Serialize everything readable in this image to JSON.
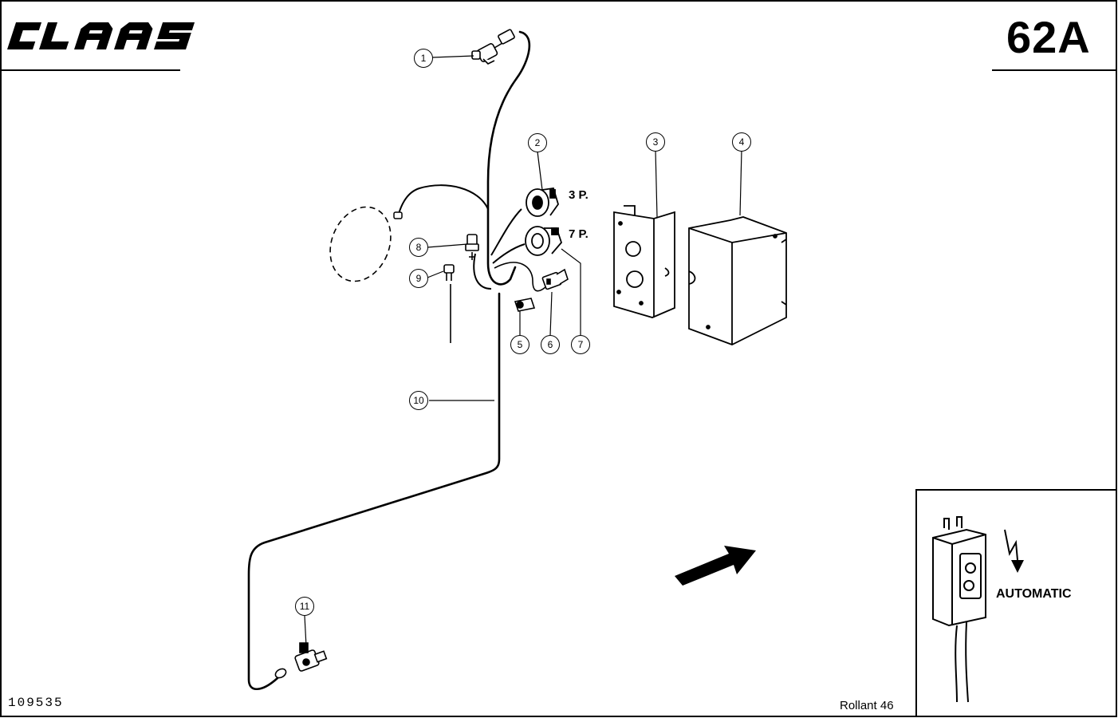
{
  "header": {
    "brand_logo_text": "CLAAS",
    "page_number": "62A"
  },
  "footer": {
    "drawing_number": "109535",
    "model": "Rollant 46"
  },
  "connectors": {
    "three_pin": "3 P.",
    "seven_pin": "7 P."
  },
  "callouts": [
    "1",
    "2",
    "3",
    "4",
    "5",
    "6",
    "7",
    "8",
    "9",
    "10",
    "11"
  ],
  "inset": {
    "label": "AUTOMATIC"
  },
  "icons": [
    "brand-logo",
    "direction-arrow-icon",
    "lightning-arrow-icon"
  ],
  "colors": {
    "ink": "#000000",
    "paper": "#ffffff"
  }
}
